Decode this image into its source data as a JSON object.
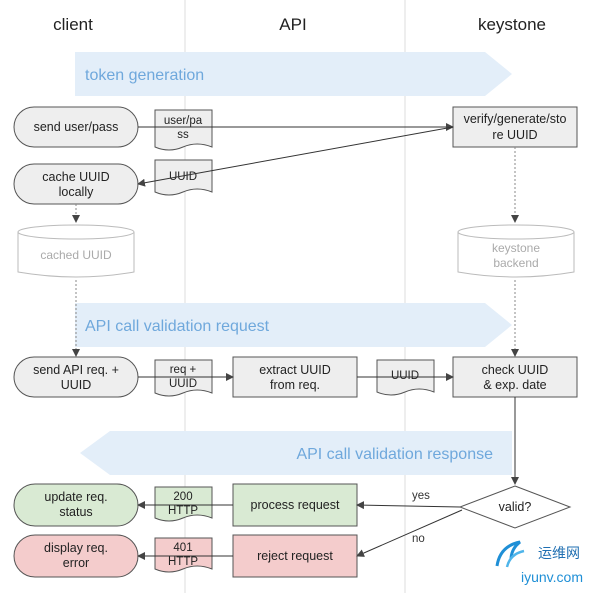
{
  "lanes": {
    "client": "client",
    "api": "API",
    "keystone": "keystone"
  },
  "phases": {
    "token_generation": "token generation",
    "validation_request": "API call validation request",
    "validation_response": "API call validation response"
  },
  "nodes": {
    "send_user_pass": "send user/pass",
    "user_pass_doc": [
      "user/pa",
      "ss"
    ],
    "verify_generate": [
      "verify/generate/sto",
      "re UUID"
    ],
    "uuid_doc_1": "UUID",
    "cache_uuid": [
      "cache UUID",
      "locally"
    ],
    "cached_uuid_db": "cached UUID",
    "keystone_backend_db": [
      "keystone",
      "backend"
    ],
    "send_api_req": [
      "send API req. +",
      "UUID"
    ],
    "req_uuid_doc": [
      "req +",
      "UUID"
    ],
    "extract_uuid": [
      "extract UUID",
      "from req."
    ],
    "uuid_doc_2": "UUID",
    "check_uuid": [
      "check UUID",
      "& exp. date"
    ],
    "valid_decision": "valid?",
    "process_request": "process request",
    "reject_request": "reject request",
    "http_200_doc": [
      "200",
      "HTTP"
    ],
    "http_401_doc": [
      "401",
      "HTTP"
    ],
    "update_status": [
      "update req.",
      "status"
    ],
    "display_error": [
      "display req.",
      "error"
    ]
  },
  "edges": {
    "yes": "yes",
    "no": "no"
  },
  "watermark": {
    "cn": "运维网",
    "url": "iyunv.com"
  },
  "colors": {
    "phase_arrow": "#e3eef9",
    "phase_text": "#6fa8dc",
    "box_grey": "#eeeeee",
    "box_green": "#d9ead3",
    "box_red": "#f4cccc",
    "stroke": "#555555",
    "lane_divider": "#dddddd"
  }
}
